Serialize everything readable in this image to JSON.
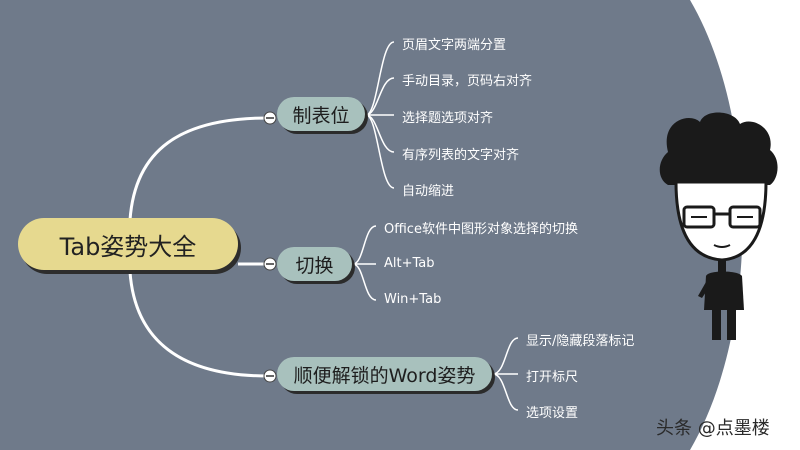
{
  "root": {
    "label": "Tab姿势大全"
  },
  "branches": [
    {
      "label": "制表位",
      "items": [
        "页眉文字两端分置",
        "手动目录，页码右对齐",
        "选择题选项对齐",
        "有序列表的文字对齐",
        "自动缩进"
      ]
    },
    {
      "label": "切换",
      "items": [
        "Office软件中图形对象选择的切换",
        "Alt+Tab",
        "Win+Tab"
      ]
    },
    {
      "label": "顺便解锁的Word姿势",
      "items": [
        "显示/隐藏段落标记",
        "打开标尺",
        "选项设置"
      ]
    }
  ],
  "watermark": "头条 @点墨楼",
  "colors": {
    "background": "#6f7a8a",
    "root": "#e6d98f",
    "branch": "#a8c1bd",
    "panel": "#ffffff"
  }
}
